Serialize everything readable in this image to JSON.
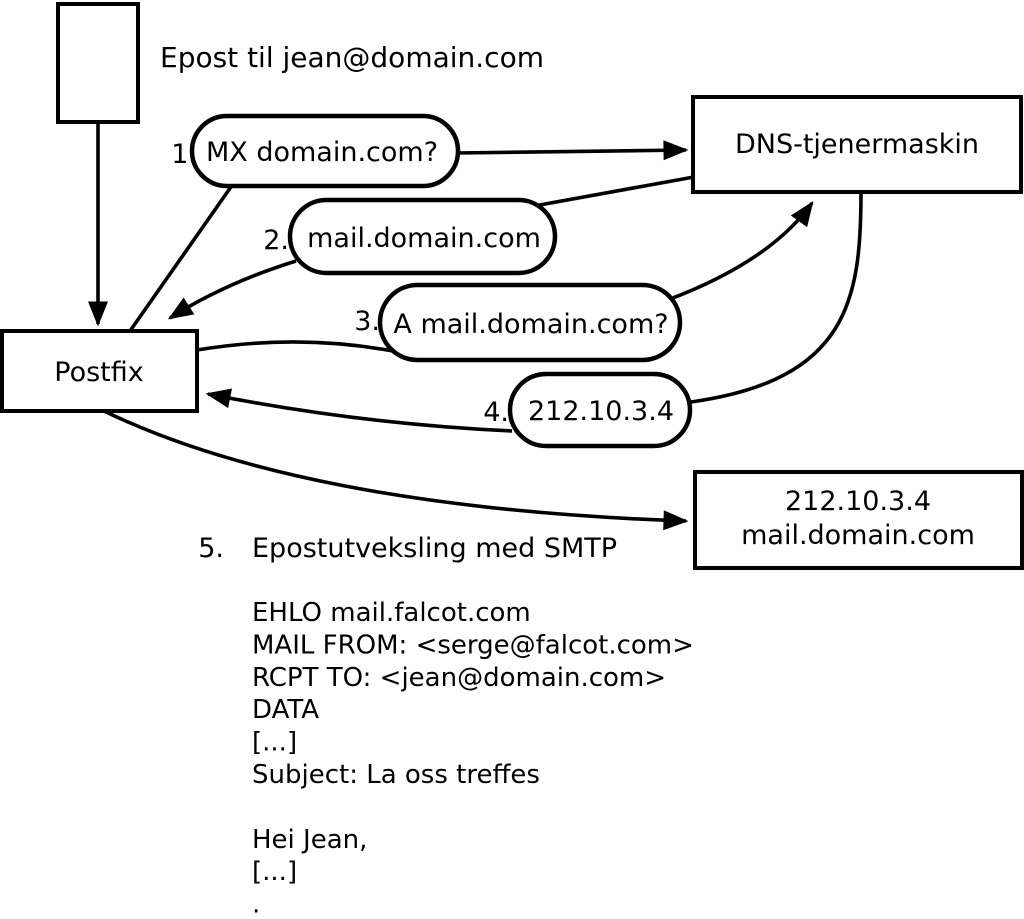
{
  "diagram": {
    "colors": {
      "stroke": "#000000",
      "background": "#ffffff"
    },
    "message_label": "Epost til jean@domain.com",
    "nodes": {
      "mail_client": "Postfix",
      "dns_server": "DNS-tjenermaskin",
      "mail_server": {
        "line1": "212.10.3.4",
        "line2": "mail.domain.com"
      }
    },
    "steps": [
      {
        "num": "1.",
        "label": "MX domain.com?"
      },
      {
        "num": "2.",
        "label": "mail.domain.com"
      },
      {
        "num": "3.",
        "label": "A mail.domain.com?"
      },
      {
        "num": "4.",
        "label": "212.10.3.4"
      },
      {
        "num": "5.",
        "label": "Epostutveksling med SMTP"
      }
    ],
    "smtp_session": [
      "EHLO mail.falcot.com",
      "MAIL FROM: <serge@falcot.com>",
      "RCPT TO: <jean@domain.com>",
      "DATA",
      "[...]",
      "Subject: La oss treffes",
      "",
      "Hei Jean,",
      "[...]",
      "."
    ]
  }
}
